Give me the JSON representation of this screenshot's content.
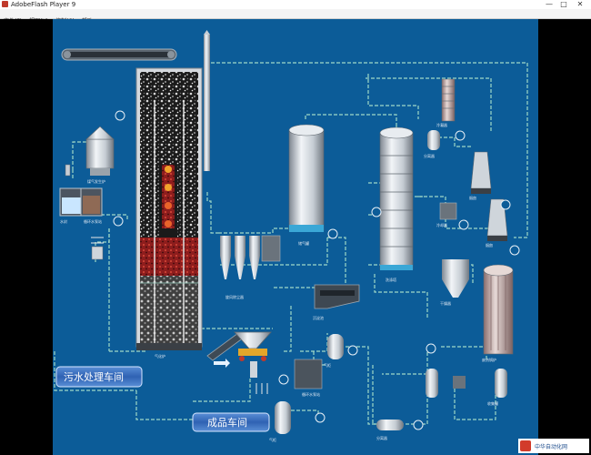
{
  "window": {
    "title": "AdobeFlash Player 9",
    "minimize_glyph": "—",
    "maximize_glyph": "□",
    "close_glyph": "✕"
  },
  "menu": [
    {
      "label": "文件(F)"
    },
    {
      "label": "视图(V)"
    },
    {
      "label": "控制(C)"
    },
    {
      "label": "帮助"
    }
  ],
  "diagram": {
    "labels": {
      "feed_hopper": "煤气发生炉",
      "dust_collector": "旋风除尘器",
      "reactor": "气化炉",
      "scrubber": "洗涤塔",
      "storage_tank": "储气罐",
      "chimney": "烟囱",
      "condenser": "冷凝器",
      "pump_station": "循环水泵站",
      "settling_tank": "沉淀池",
      "gas_tank": "气柜",
      "separator": "分离器",
      "cooler": "冷却器",
      "boiler": "废热锅炉",
      "water_seal": "水封",
      "dryer": "干燥器",
      "receiver": "收集罐"
    },
    "panels": {
      "water_treatment": "污水处理车间",
      "power_room": "成品车间"
    }
  },
  "logo": {
    "text": "中华自动化网"
  },
  "colors": {
    "background": "#0c5c98",
    "frame": "#000000",
    "pipe": "#9fd9c7",
    "vessel": "#c7cdd4"
  }
}
